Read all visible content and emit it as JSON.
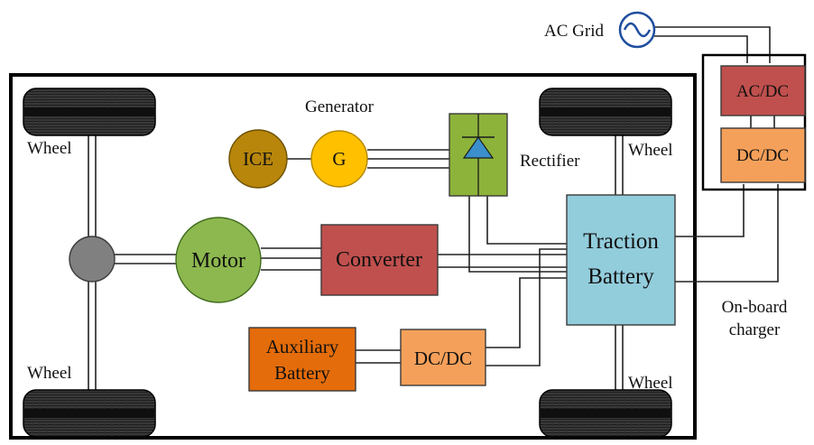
{
  "labels": {
    "ac_grid": "AC Grid",
    "generator": "Generator",
    "ice": "ICE",
    "g": "G",
    "rectifier": "Rectifier",
    "motor": "Motor",
    "converter": "Converter",
    "traction_line1": "Traction",
    "traction_line2": "Battery",
    "aux_line1": "Auxiliary",
    "aux_line2": "Battery",
    "dcdc_aux": "DC/DC",
    "acdc": "AC/DC",
    "dcdc_charger": "DC/DC",
    "onboard_line1": "On-board",
    "onboard_line2": "charger",
    "wheel_top_left": "Wheel",
    "wheel_bottom_left": "Wheel",
    "wheel_top_right": "Wheel",
    "wheel_bottom_right": "Wheel"
  },
  "colors": {
    "ice": "#B8860B",
    "generator": "#FFC000",
    "rectifier": "#8DB33A",
    "motor": "#8DB84F",
    "converter": "#C0504D",
    "traction_battery": "#92CDDC",
    "aux_battery": "#E46C0A",
    "dcdc": "#F5A05A",
    "acdc": "#C0504D",
    "hub": "#808080",
    "tire": "#1a1a1a",
    "grid_symbol": "#1F4E9E"
  }
}
